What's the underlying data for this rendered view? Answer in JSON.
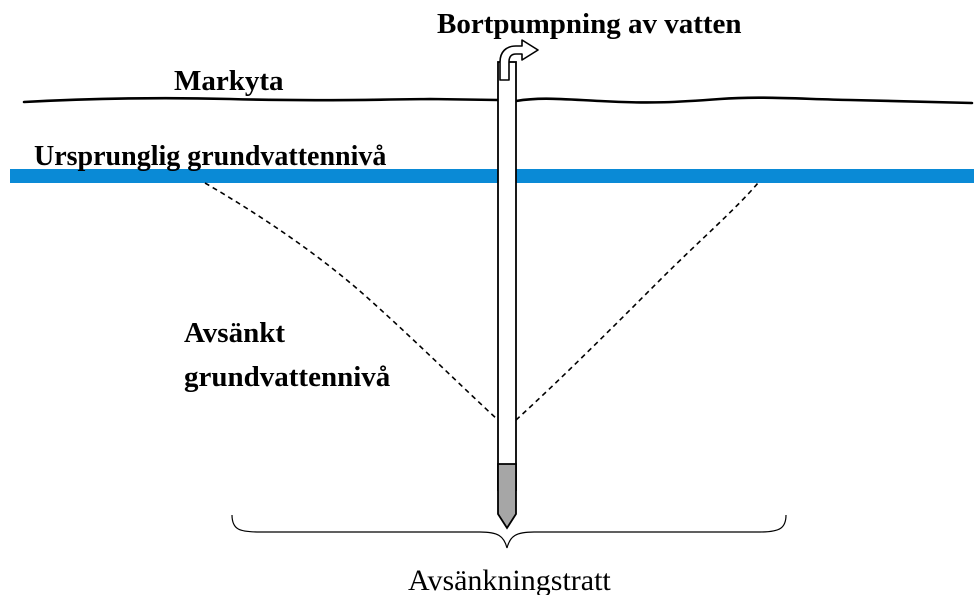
{
  "labels": {
    "pumping": "Bortpumpning av vatten",
    "ground_surface": "Markyta",
    "original_level": "Ursprunglig grundvattennivå",
    "lowered_level_line1": "Avsänkt",
    "lowered_level_line2": "grundvattennivå",
    "cone": "Avsänkningstratt"
  },
  "colors": {
    "water_line": "#0a8ad6",
    "well_filter": "#a6a6a6",
    "ink": "#000000"
  }
}
